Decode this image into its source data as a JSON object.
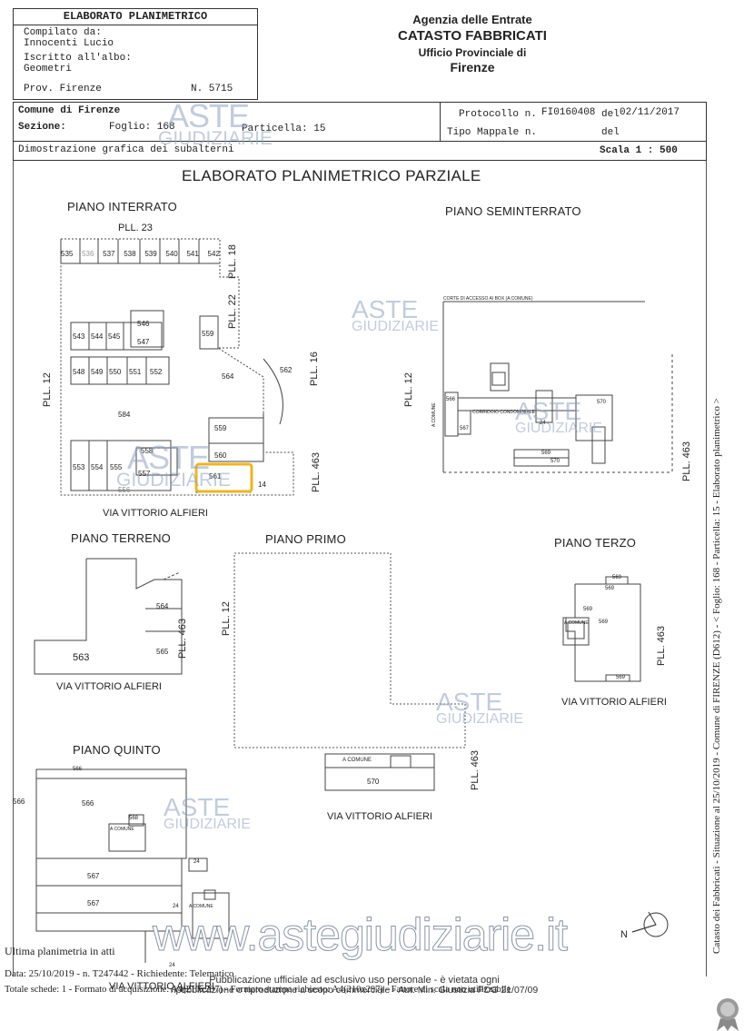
{
  "header": {
    "left_title": "ELABORATO PLANIMETRICO",
    "compilato_label": "Compilato da:",
    "compilato_value": "Innocenti Lucio",
    "iscritto_label": "Iscritto all'albo:",
    "iscritto_value": "Geometri",
    "prov_label": "Prov. Firenze",
    "prov_number": "N. 5715",
    "agency_line1": "Agenzia delle Entrate",
    "agency_line2": "CATASTO FABBRICATI",
    "agency_line3": "Ufficio Provinciale di",
    "agency_line4": "Firenze"
  },
  "info": {
    "comune": "Comune di Firenze",
    "sezione_label": "Sezione:",
    "foglio": "Foglio: 168",
    "particella": "Particella: 15",
    "protocollo_label": "Protocollo n.",
    "protocollo_value": "FI0160408",
    "del_label": "del",
    "protocollo_date": "02/11/2017",
    "tipo_mappale": "Tipo Mappale n.",
    "del_label2": "del",
    "dimostrazione": "Dimostrazione grafica dei subalterni",
    "scala": "Scala 1 : 500"
  },
  "main_title": "ELABORATO PLANIMETRICO PARZIALE",
  "plans": {
    "interrato": {
      "title": "PIANO INTERRATO",
      "pll_top": "PLL. 23",
      "pll_18": "PLL. 18",
      "pll_22": "PLL. 22",
      "pll_16": "PLL. 16",
      "pll_12": "PLL. 12",
      "pll_463": "PLL. 463",
      "street": "VIA VITTORIO ALFIERI",
      "boxes_top": [
        "535",
        "536",
        "537",
        "538",
        "539",
        "540",
        "541",
        "542"
      ],
      "row_543": [
        "543",
        "544",
        "545"
      ],
      "n546": "546",
      "n547": "547",
      "row_548": [
        "548",
        "549",
        "550",
        "551",
        "552"
      ],
      "n559a": "559",
      "n564": "564",
      "n562": "562",
      "n584": "584",
      "n559b": "559",
      "n558": "558",
      "n560": "560",
      "row_553": [
        "553",
        "554",
        "555"
      ],
      "n557": "557",
      "n556": "556",
      "n561": "561",
      "n14": "14"
    },
    "seminterrato": {
      "title": "PIANO SEMINTERRATO",
      "corte": "CORTE DI ACCESSO AI BOX (A COMUNE)",
      "corridoio": "CORRIDOIO CONDOMINIALE",
      "acomune": "A COMUNE",
      "pll_12": "PLL. 12",
      "pll_463": "PLL. 463",
      "n566": "566",
      "n567": "567",
      "n24": "24",
      "n570a": "570",
      "n569": "569",
      "n570b": "570"
    },
    "terreno": {
      "title": "PIANO TERRENO",
      "n564": "564",
      "n563": "563",
      "n565": "565",
      "pll_463": "PLL. 463",
      "street": "VIA VITTORIO ALFIERI"
    },
    "primo": {
      "title": "PIANO PRIMO",
      "pll_12": "PLL. 12",
      "pll_463": "PLL. 463",
      "acomune": "A COMUNE",
      "n570": "570",
      "street": "VIA VITTORIO ALFIERI"
    },
    "terzo": {
      "title": "PIANO TERZO",
      "n569a": "569",
      "n569b": "569",
      "n569c": "569",
      "n569d": "569",
      "n569e": "569",
      "acomune": "A COMUNE",
      "pll_463": "PLL. 463",
      "street": "VIA VITTORIO ALFIERI"
    },
    "quinto": {
      "title": "PIANO QUINTO",
      "n566a": "566",
      "n566b": "566",
      "n566c": "566",
      "n568": "568",
      "acomune": "A COMUNE",
      "n24a": "24",
      "n567a": "567",
      "n567b": "567",
      "n24b": "24",
      "acomune2": "A COMUNE",
      "n24c": "24",
      "street": "VIA VITTORIO ALFIERI"
    }
  },
  "north_label": "N",
  "footer": {
    "ultima": "Ultima planimetria in atti",
    "data": "Data: 25/10/2019 - n. T247442 - Richiedente: Telematico",
    "totale": "Totale schede: 1 - Formato di acquisizione: A4(210x297) - Formato stampa richiesto: A4(210x297) - Fattore di scala non utilizzabile",
    "pubblicazione1": "Pubblicazione ufficiale ad esclusivo uso personale - è vietata ogni",
    "pubblicazione2": "ripubblicazione o riproduzione a scopo commerciale - Aut. Min. Giustizia PDG 21/07/09"
  },
  "side_text": "Catasto dei Fabbricati - Situazione al 25/10/2019 - Comune di FIRENZE (D612) - < Foglio: 168 - Particella: 15 - Elaborato planimetrico >",
  "watermark": {
    "aste": "ASTE",
    "giudiziarie": "GIUDIZIARIE",
    "site": "www.astegiudiziarie.it"
  },
  "colors": {
    "highlight": "#f2b41c",
    "watermark": "#8fa3c4",
    "ink": "#222222"
  }
}
